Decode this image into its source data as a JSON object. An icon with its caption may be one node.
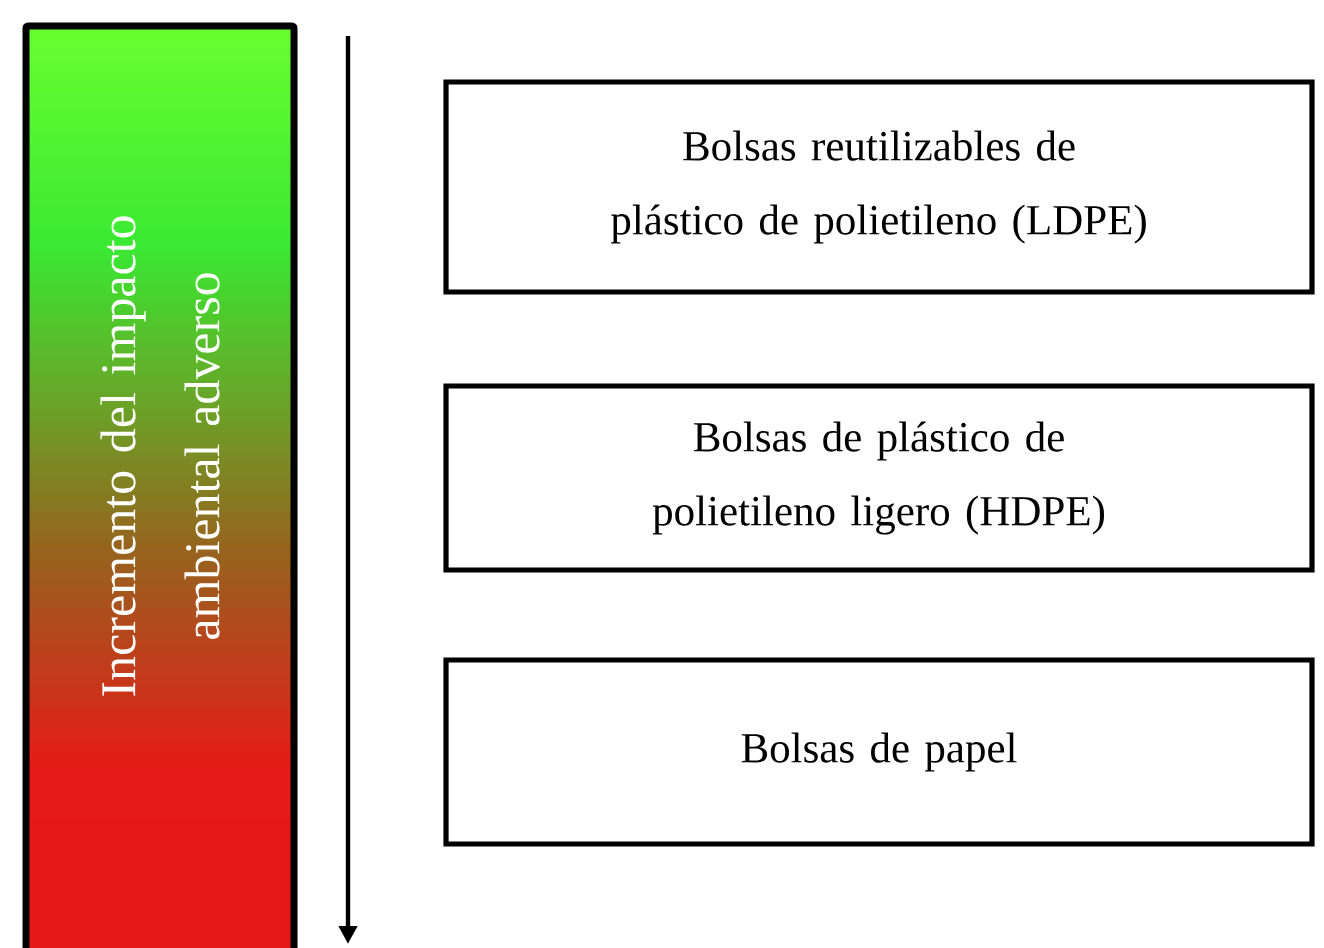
{
  "diagram": {
    "nodes": [
      {
        "text": [
          "Incremento del impacto ambiental adverso"
        ]
      },
      {
        "text": [
          "Bolsas reutilizables de plástico de polietileno (LDPE)"
        ]
      },
      {
        "text": [
          "Bolsas de plástico de polietileno ligero (HDPE)"
        ]
      },
      {
        "text": [
          "Bolsas de papel"
        ]
      }
    ]
  }
}
